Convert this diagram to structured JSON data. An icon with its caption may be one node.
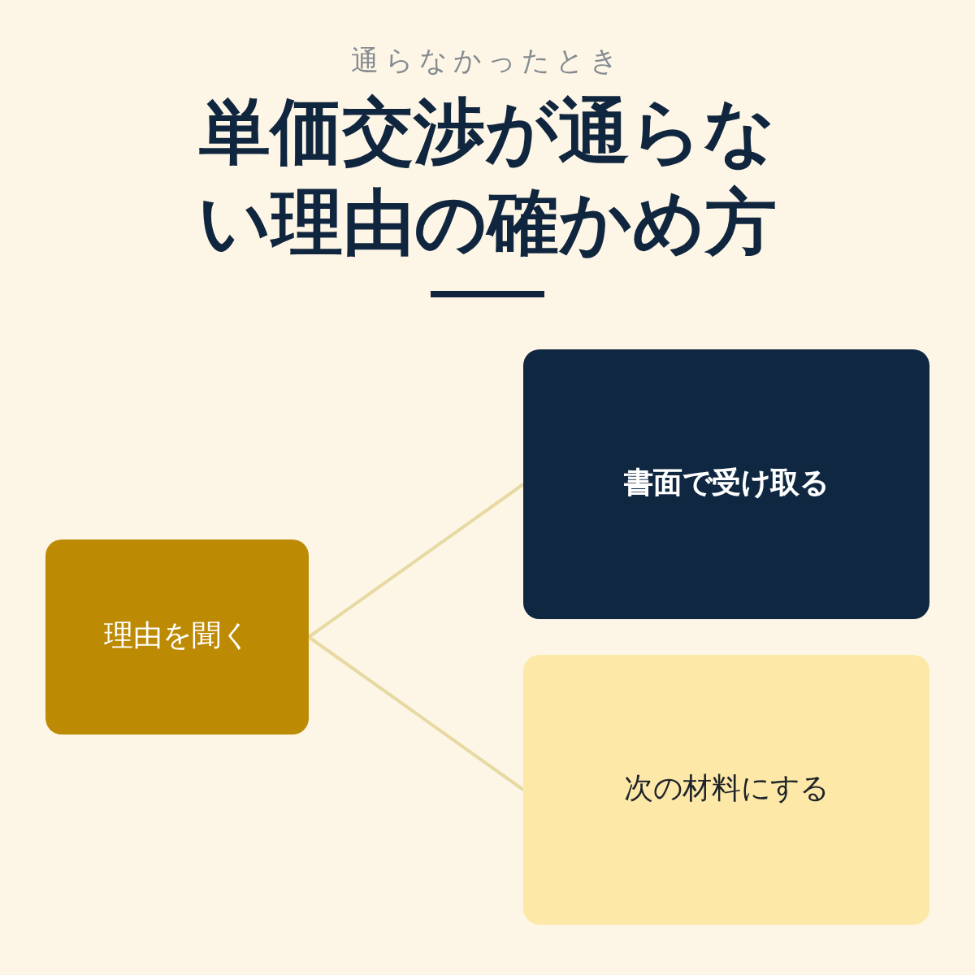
{
  "diagram": {
    "title": "単価交渉が通らない理由の確かめ方",
    "nodes": [
      {
        "text": [
          "理由を聞く"
        ]
      },
      {
        "text": [
          "書面で受け取る"
        ]
      },
      {
        "text": [
          "次の材料にする"
        ]
      }
    ],
    "edges": [
      {
        "from": 0,
        "to": 1,
        "arrow": "none"
      },
      {
        "from": 0,
        "to": 2,
        "arrow": "none"
      }
    ],
    "labels": [
      "通らなかったとき"
    ]
  }
}
